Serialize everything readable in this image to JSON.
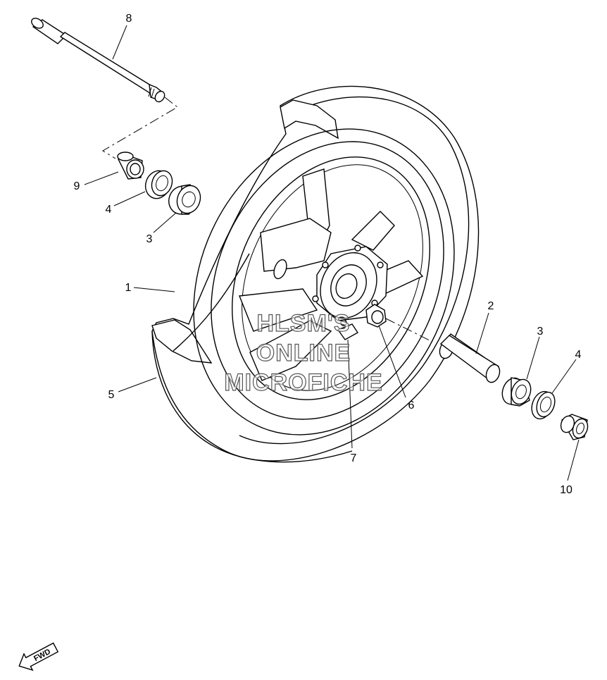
{
  "callouts": {
    "c1": "1",
    "c2": "2",
    "c3a": "3",
    "c3b": "3",
    "c4a": "4",
    "c4b": "4",
    "c5": "5",
    "c6": "6",
    "c7": "7",
    "c8": "8",
    "c9": "9",
    "c10": "10"
  },
  "watermark": {
    "line1": "HLSM'S",
    "line2": "ONLINE",
    "line3": "MICROFICHE"
  },
  "fwd_badge": {
    "label": "FWD"
  }
}
